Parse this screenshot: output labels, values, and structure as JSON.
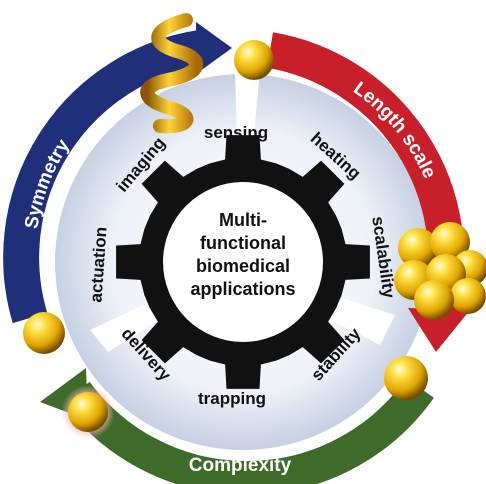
{
  "center": {
    "line1": "Multi-",
    "line2": "functional",
    "line3": "biomedical",
    "line4": "applications"
  },
  "applications": {
    "sensing": "sensing",
    "heating": "heating",
    "scalability": "scalability",
    "stability": "stability",
    "trapping": "trapping",
    "delivery": "delivery",
    "actuation": "actuation",
    "imaging": "imaging"
  },
  "arrows": {
    "symmetry": "Symmetry",
    "length_scale": "Length scale",
    "complexity": "Complexity"
  },
  "colors": {
    "symmetry": "#1f2f7a",
    "length_scale": "#c8202a",
    "complexity": "#3e6a2a",
    "gear": "#111111",
    "sphere": "#f2c200"
  }
}
